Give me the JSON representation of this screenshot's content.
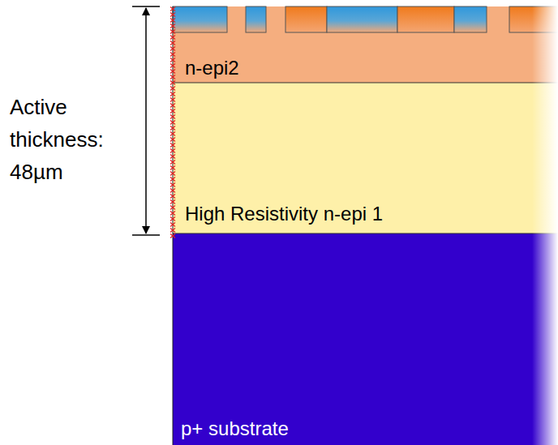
{
  "diagram": {
    "nodes": [
      {
        "text": [
          "n-epi2"
        ]
      },
      {
        "text": [
          "High Resistivity n-epi 1"
        ]
      },
      {
        "text": [
          "p+ substrate"
        ]
      }
    ],
    "labels": [
      "Active thickness: 48µm"
    ]
  }
}
